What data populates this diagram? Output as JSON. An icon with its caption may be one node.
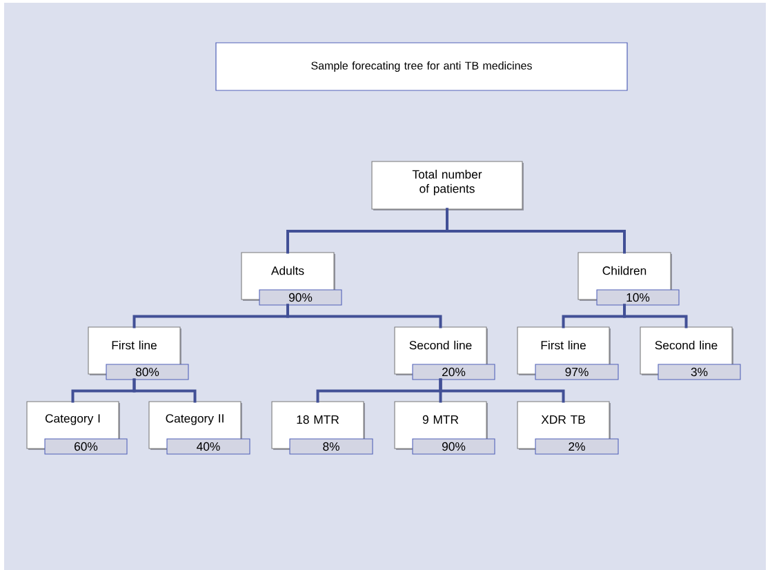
{
  "diagram": {
    "nodes": [
      {
        "text": [
          "Sample forecating tree for anti TB medicines"
        ]
      },
      {
        "text": [
          "Total number of patients"
        ]
      },
      {
        "text": [
          "Adults"
        ]
      },
      {
        "text": [
          "90%"
        ]
      },
      {
        "text": [
          "Children"
        ]
      },
      {
        "text": [
          "10%"
        ]
      },
      {
        "text": [
          "First line"
        ]
      },
      {
        "text": [
          "80%"
        ]
      },
      {
        "text": [
          "Second line"
        ]
      },
      {
        "text": [
          "20%"
        ]
      },
      {
        "text": [
          "First line"
        ]
      },
      {
        "text": [
          "97%"
        ]
      },
      {
        "text": [
          "Second line"
        ]
      },
      {
        "text": [
          "3%"
        ]
      },
      {
        "text": [
          "Category I"
        ]
      },
      {
        "text": [
          "60%"
        ]
      },
      {
        "text": [
          "Category II"
        ]
      },
      {
        "text": [
          "40%"
        ]
      },
      {
        "text": [
          "18 MTR"
        ]
      },
      {
        "text": [
          "8%"
        ]
      },
      {
        "text": [
          "9 MTR"
        ]
      },
      {
        "text": [
          "90%"
        ]
      },
      {
        "text": [
          "XDR TB"
        ]
      },
      {
        "text": [
          "2%"
        ]
      }
    ],
    "edges": [
      {
        "from": 1,
        "to": 2,
        "arrow": "none"
      },
      {
        "from": 1,
        "to": 4,
        "arrow": "none"
      },
      {
        "from": 3,
        "to": 6,
        "arrow": "none"
      },
      {
        "from": 3,
        "to": 8,
        "arrow": "none"
      },
      {
        "from": 5,
        "to": 10,
        "arrow": "none"
      },
      {
        "from": 5,
        "to": 12,
        "arrow": "none"
      },
      {
        "from": 7,
        "to": 14,
        "arrow": "none"
      },
      {
        "from": 7,
        "to": 16,
        "arrow": "none"
      },
      {
        "from": 9,
        "to": 18,
        "arrow": "none"
      },
      {
        "from": 9,
        "to": 20,
        "arrow": "none"
      },
      {
        "from": 9,
        "to": 22,
        "arrow": "none"
      }
    ]
  }
}
